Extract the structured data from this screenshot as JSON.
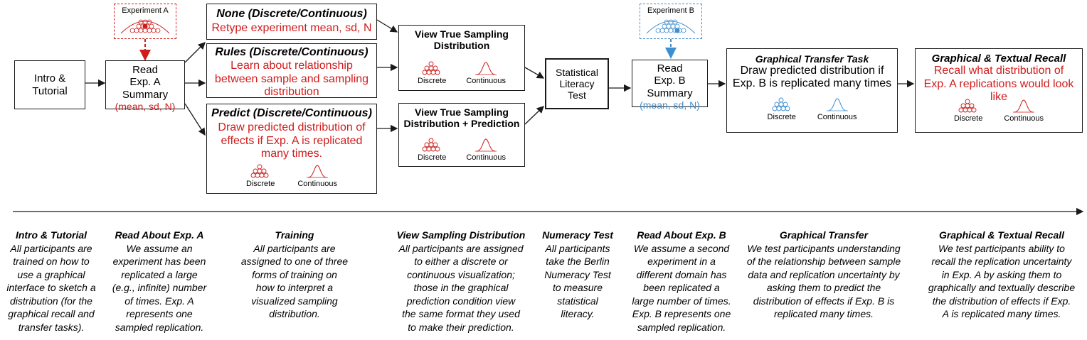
{
  "boxes": {
    "intro": {
      "title": "Intro &\nTutorial"
    },
    "read_a": {
      "line1": "Read",
      "line2": "Exp. A",
      "line3": "Summary",
      "params": "(mean, sd, N)"
    },
    "experiment_a": {
      "label": "Experiment A"
    },
    "experiment_b": {
      "label": "Experiment B"
    },
    "none": {
      "title": "None (Discrete/Continuous)",
      "body": "Retype experiment mean, sd, N"
    },
    "rules": {
      "title": "Rules (Discrete/Continuous)",
      "body": "Learn about relationship between sample and sampling distribution"
    },
    "predict": {
      "title": "Predict (Discrete/Continuous)",
      "body": "Draw predicted distribution of effects if Exp. A is replicated many times."
    },
    "view_true": {
      "title": "View True Sampling Distribution"
    },
    "view_true_pred": {
      "title": "View True Sampling Distribution + Prediction"
    },
    "literacy": {
      "title": "Statistical Literacy Test"
    },
    "read_b": {
      "line1": "Read",
      "line2": "Exp. B",
      "line3": "Summary",
      "params": "(mean, sd, N)"
    },
    "transfer": {
      "title": "Graphical Transfer Task",
      "body": "Draw predicted distribution if Exp. B is replicated many times"
    },
    "recall": {
      "title": "Graphical & Textual Recall",
      "body": "Recall what distribution of Exp. A replications would look like"
    }
  },
  "icon_labels": {
    "discrete": "Discrete",
    "continuous": "Continuous"
  },
  "colors": {
    "red": "#d11b1b",
    "blue": "#3d8fd1",
    "black": "#1a1a1a"
  },
  "timeline": [
    {
      "heading": "Intro & Tutorial",
      "body": [
        "All participants are",
        "trained on how to",
        "use a graphical",
        "interface to sketch a",
        "distribution (for the",
        "graphical recall and",
        "transfer tasks)."
      ]
    },
    {
      "heading": "Read About Exp. A",
      "body": [
        "We assume an",
        "experiment has been",
        "replicated a large",
        "(e.g., infinite) number",
        "of times. Exp. A",
        "represents one",
        "sampled replication."
      ]
    },
    {
      "heading": "Training",
      "body": [
        "All participants are",
        "assigned to one of three",
        "forms of training on",
        "how to interpret a",
        "visualized sampling",
        "distribution."
      ]
    },
    {
      "heading": "View Sampling Distribution",
      "body": [
        "All participants are assigned",
        "to either a discrete or",
        "continuous visualization;",
        "those in the graphical",
        "prediction condition view",
        "the same format they used",
        "to make their prediction."
      ]
    },
    {
      "heading": "Numeracy Test",
      "body": [
        "All participants",
        "take the Berlin",
        "Numeracy Test",
        "to measure",
        "statistical",
        "literacy."
      ]
    },
    {
      "heading": "Read About Exp. B",
      "body": [
        "We assume a second",
        "experiment in a",
        "different domain has",
        "been replicated a",
        "large number of times.",
        "Exp. B represents one",
        "sampled replication."
      ]
    },
    {
      "heading": "Graphical Transfer",
      "body": [
        "We test participants understanding",
        "of the relationship between sample",
        "data and replication uncertainty by",
        "asking them to predict the",
        "distribution of effects if Exp. B is",
        "replicated many times."
      ]
    },
    {
      "heading": "Graphical & Textual Recall",
      "body": [
        "We test participants ability to",
        "recall the replication uncertainty",
        "in Exp. A by asking them to",
        "graphically and textually describe",
        "the distribution of effects if Exp.",
        "A is replicated many times."
      ]
    }
  ]
}
